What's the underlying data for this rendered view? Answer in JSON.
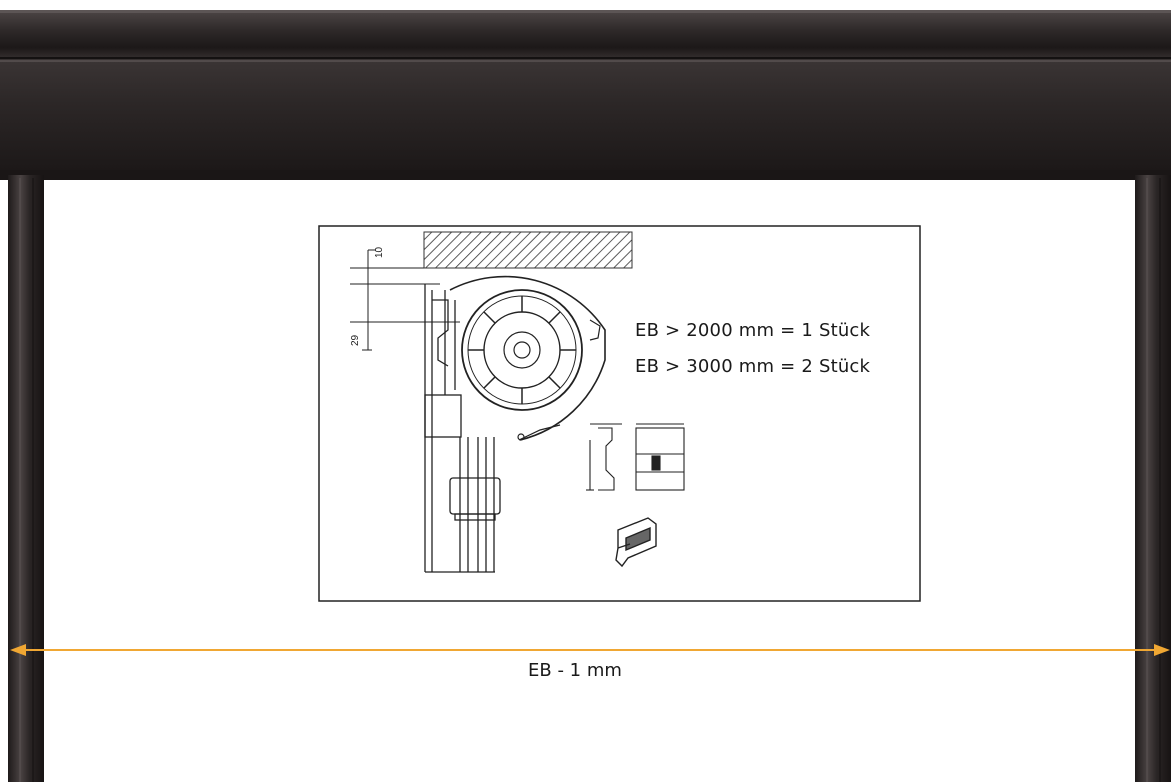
{
  "colors": {
    "frame_dark": "#2b2626",
    "frame_highlight": "#4a4444",
    "dimension_line": "#f0a733",
    "drawing_stroke": "#222222"
  },
  "diagram": {
    "dim_top": "10",
    "dim_side": "29",
    "rule_1": "EB > 2000 mm = 1 Stück",
    "rule_2": "EB > 3000 mm = 2 Stück",
    "width_label": "EB - 1 mm"
  }
}
